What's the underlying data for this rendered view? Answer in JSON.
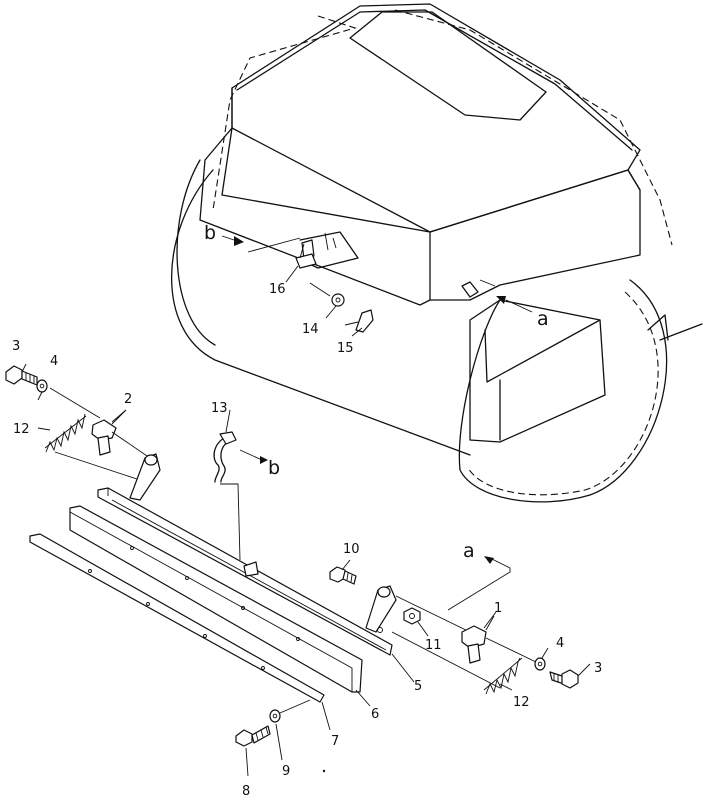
{
  "callouts": {
    "c1": "1",
    "c2": "2",
    "c3a": "3",
    "c3b": "3",
    "c4a": "4",
    "c4b": "4",
    "c5": "5",
    "c6": "6",
    "c7": "7",
    "c8": "8",
    "c9": "9",
    "c10": "10",
    "c11": "11",
    "c12a": "12",
    "c12b": "12",
    "c13": "13",
    "c14": "14",
    "c15": "15",
    "c16": "16"
  },
  "refs": {
    "b_machine": "b",
    "a_machine": "a",
    "b_hose": "b",
    "a_bracket": "a"
  }
}
